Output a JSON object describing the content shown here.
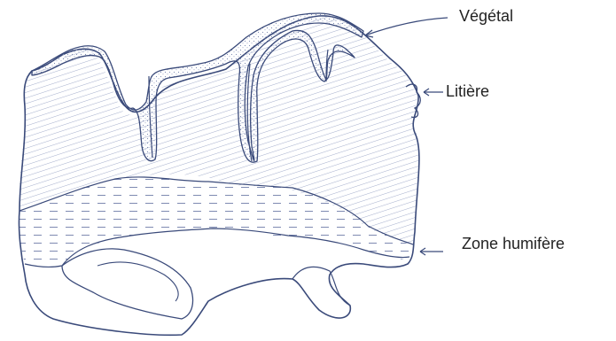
{
  "labels": {
    "vegetal": "Végétal",
    "litiere": "Litière",
    "zone_humifere": "Zone humifère"
  },
  "colors": {
    "ink": "#3a4a7a",
    "hatch": "#8a97bd",
    "text": "#222222",
    "background": "#ffffff"
  }
}
